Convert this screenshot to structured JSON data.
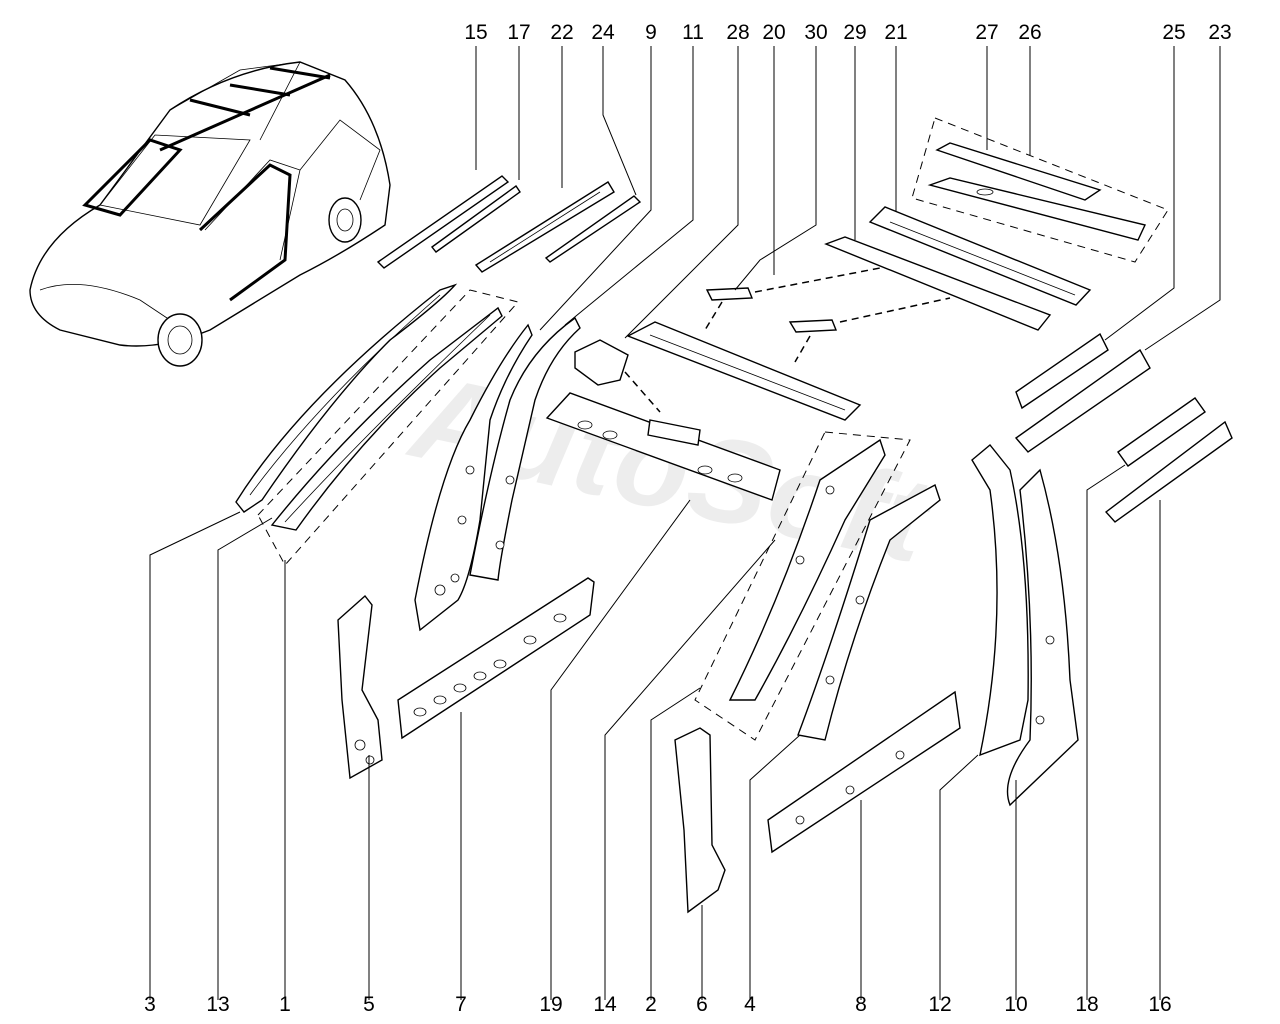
{
  "watermark": "AutoSoft",
  "top_callouts": [
    {
      "id": "c15",
      "label": "15"
    },
    {
      "id": "c17",
      "label": "17"
    },
    {
      "id": "c22",
      "label": "22"
    },
    {
      "id": "c24",
      "label": "24"
    },
    {
      "id": "c9",
      "label": "9"
    },
    {
      "id": "c11",
      "label": "11"
    },
    {
      "id": "c28",
      "label": "28"
    },
    {
      "id": "c20",
      "label": "20"
    },
    {
      "id": "c30",
      "label": "30"
    },
    {
      "id": "c29",
      "label": "29"
    },
    {
      "id": "c21",
      "label": "21"
    },
    {
      "id": "c27",
      "label": "27"
    },
    {
      "id": "c26",
      "label": "26"
    },
    {
      "id": "c25",
      "label": "25"
    },
    {
      "id": "c23",
      "label": "23"
    }
  ],
  "bottom_callouts": [
    {
      "id": "c3",
      "label": "3"
    },
    {
      "id": "c13",
      "label": "13"
    },
    {
      "id": "c1",
      "label": "1"
    },
    {
      "id": "c5",
      "label": "5"
    },
    {
      "id": "c7",
      "label": "7"
    },
    {
      "id": "c19",
      "label": "19"
    },
    {
      "id": "c14",
      "label": "14"
    },
    {
      "id": "c2",
      "label": "2"
    },
    {
      "id": "c6",
      "label": "6"
    },
    {
      "id": "c4",
      "label": "4"
    },
    {
      "id": "c8",
      "label": "8"
    },
    {
      "id": "c12",
      "label": "12"
    },
    {
      "id": "c10",
      "label": "10"
    },
    {
      "id": "c18",
      "label": "18"
    },
    {
      "id": "c16",
      "label": "16"
    }
  ]
}
